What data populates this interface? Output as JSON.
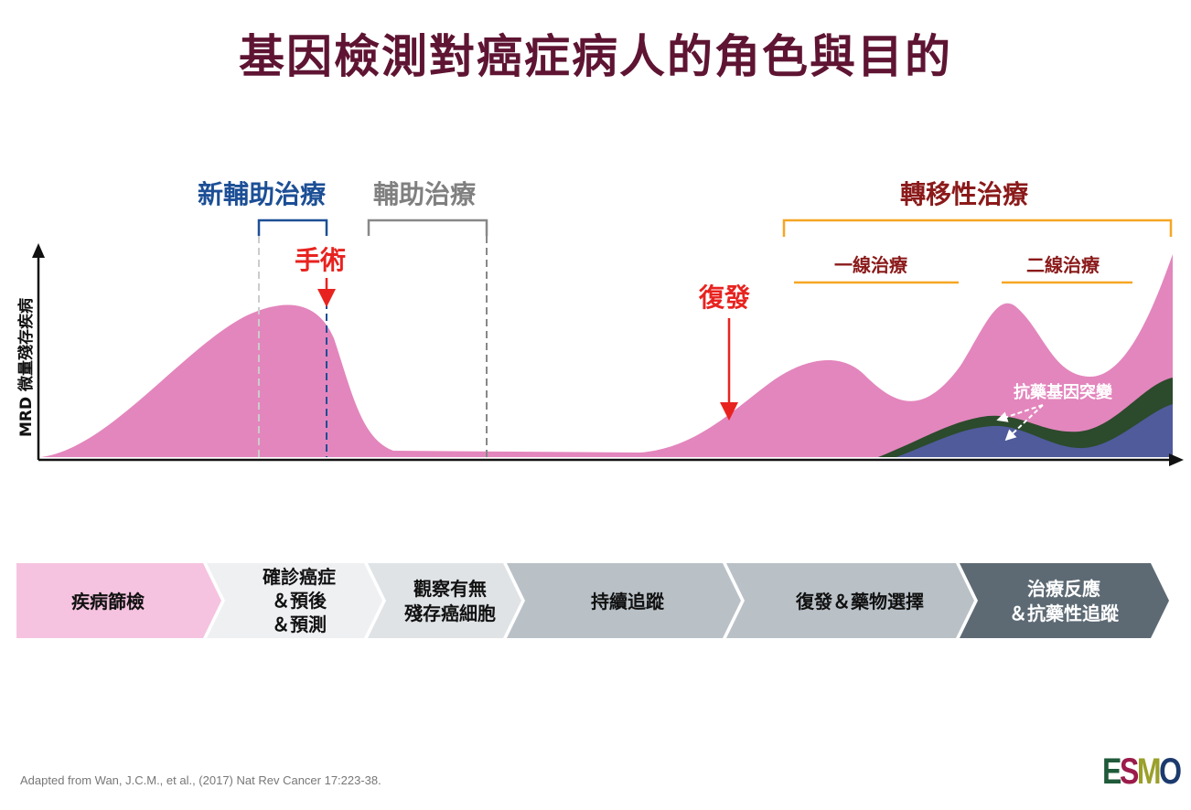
{
  "title": "基因檢測對癌症病人的角色與目的",
  "y_axis_label": "MRD 微量殘存疾病",
  "phases": {
    "neoadjuvant": "新輔助治療",
    "adjuvant": "輔助治療",
    "surgery": "手術",
    "relapse": "復發",
    "metastatic": "轉移性治療",
    "first_line": "一線治療",
    "second_line": "二線治療",
    "resistance_mutation": "抗藥基因突變"
  },
  "timeline": [
    {
      "lines": [
        "疾病篩檢"
      ]
    },
    {
      "lines": [
        "確診癌症",
        "＆預後",
        "＆預測"
      ]
    },
    {
      "lines": [
        "觀察有無",
        "殘存癌細胞"
      ]
    },
    {
      "lines": [
        "持續追蹤"
      ]
    },
    {
      "lines": [
        "復發＆藥物選擇"
      ]
    },
    {
      "lines": [
        "治療反應",
        "＆抗藥性追蹤"
      ]
    }
  ],
  "colors": {
    "title": "#5e1432",
    "pink": "#e386bd",
    "blue_phase": "#1c4f96",
    "gray_phase": "#808080",
    "red": "#e8231f",
    "orange": "#f5a623",
    "dark_red": "#8b1a1a",
    "green": "#2c4a2c",
    "navy": "#4f5b9b"
  },
  "citation": "Adapted from Wan, J.C.M., et al., (2017) Nat Rev Cancer 17:223-38.",
  "logo": "ESMO"
}
